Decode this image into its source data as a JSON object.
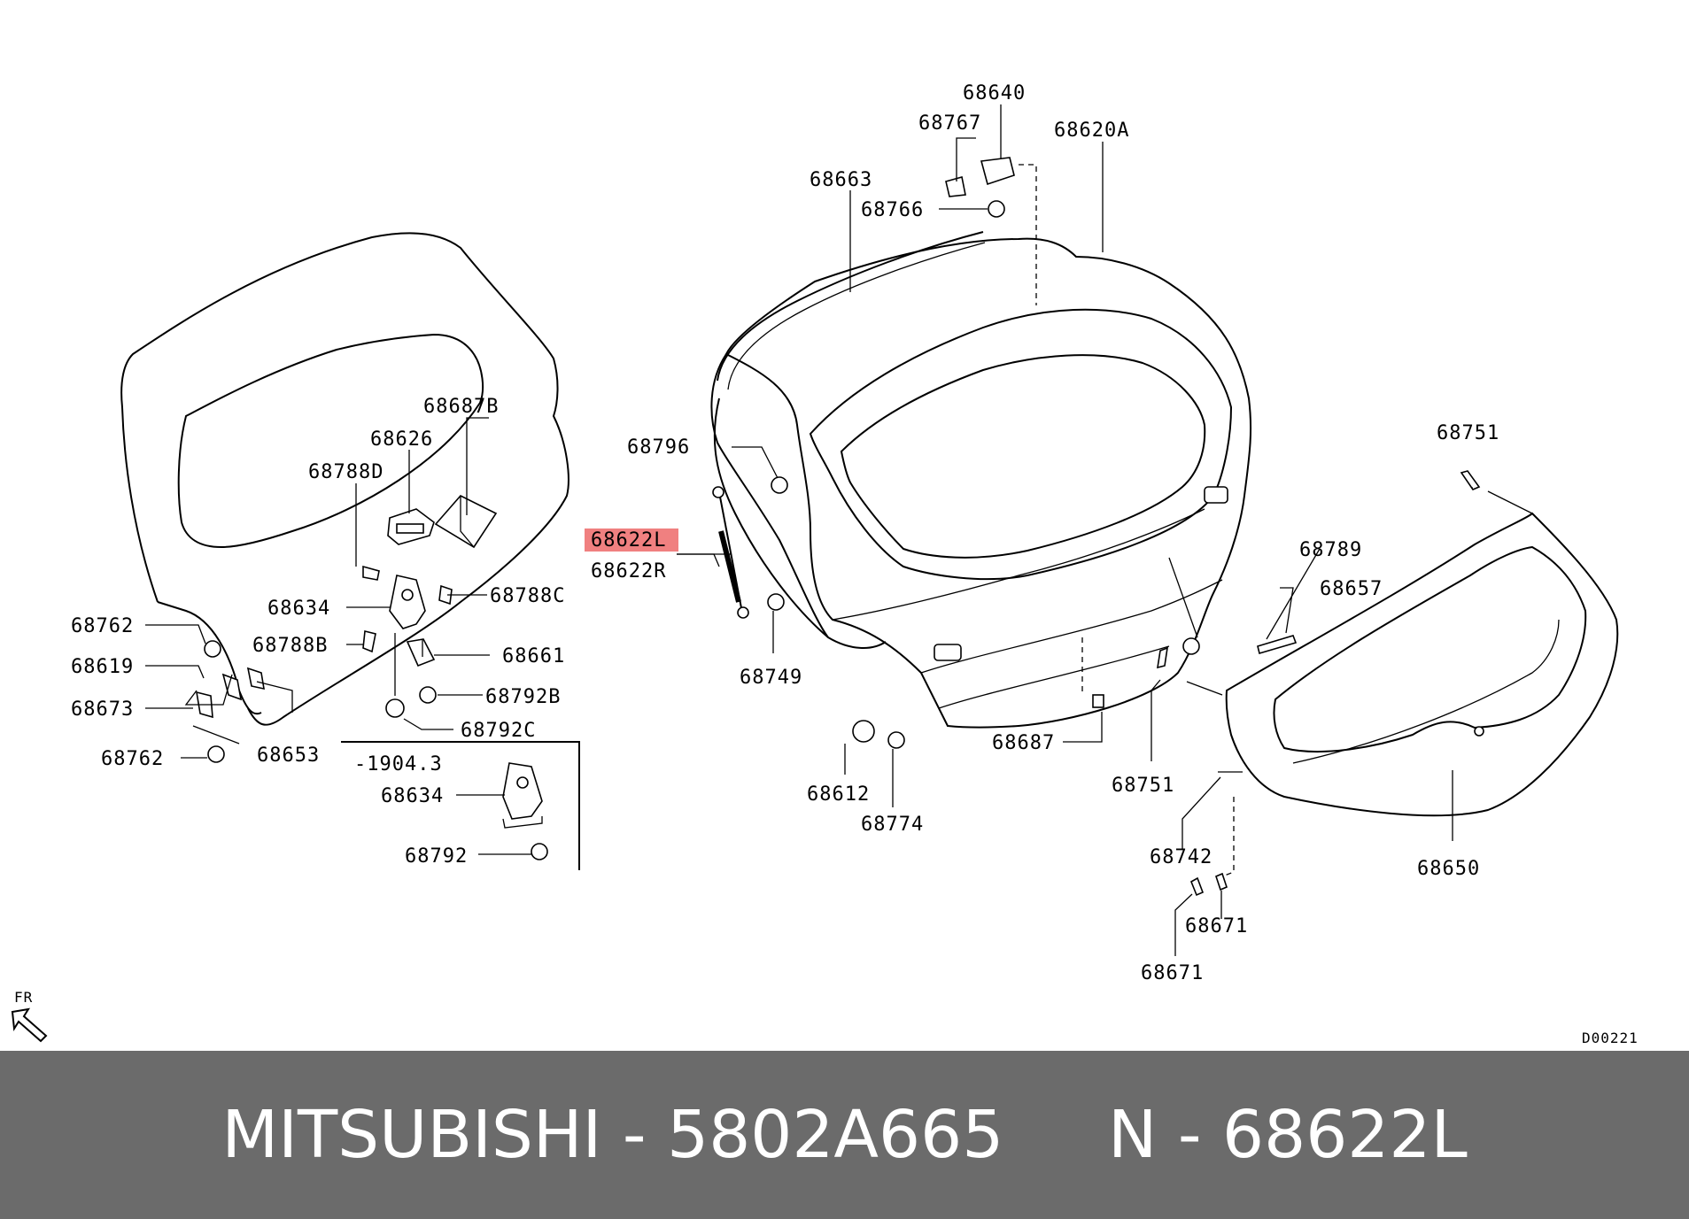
{
  "highlight_color": "#f08080",
  "footer_background": "#6b6b6b",
  "labels": {
    "l68640": "68640",
    "l68767": "68767",
    "l68620A": "68620A",
    "l68663": "68663",
    "l68766": "68766",
    "l68687B": "68687B",
    "l68626": "68626",
    "l68788D": "68788D",
    "l68796": "68796",
    "l68751a": "68751",
    "l68622L": "68622L",
    "l68622R": "68622R",
    "l68789": "68789",
    "l68657": "68657",
    "l68634a": "68634",
    "l68788C": "68788C",
    "l68762a": "68762",
    "l68788B": "68788B",
    "l68661": "68661",
    "l68619": "68619",
    "l68749": "68749",
    "l68673": "68673",
    "l68792B": "68792B",
    "l68792C": "68792C",
    "l68762b": "68762",
    "l68653": "68653",
    "l68687": "68687",
    "l1904": "-1904.3",
    "l68751b": "68751",
    "l68612": "68612",
    "l68634b": "68634",
    "l68774": "68774",
    "l68742": "68742",
    "l68650": "68650",
    "l68792": "68792",
    "l68671a": "68671",
    "l68671b": "68671",
    "fr": "FR",
    "code": "D00221"
  },
  "footer": {
    "brand": "MITSUBISHI",
    "sep1": " - ",
    "part_number": "5802A665",
    "gap": "     ",
    "n_prefix": "N",
    "sep2": " - ",
    "ref_number": "68622L"
  }
}
